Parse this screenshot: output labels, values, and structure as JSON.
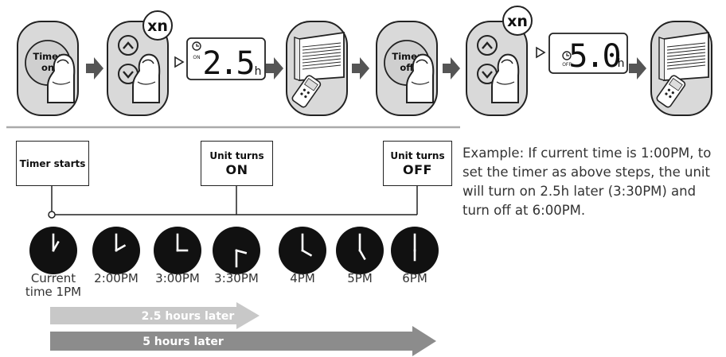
{
  "steps": {
    "timer_on_button": "Timer\non",
    "timer_off_button": "Timer\noff",
    "repeat_badge": "xn",
    "display_on": {
      "value": "2.5",
      "unit": "h",
      "mode": "ON"
    },
    "display_off": {
      "value": "5.0",
      "unit": "h",
      "mode": "OFF"
    }
  },
  "timeline": {
    "box_start": {
      "line1": "Timer starts"
    },
    "box_on": {
      "line1": "Unit turns",
      "line2": "ON"
    },
    "box_off": {
      "line1": "Unit turns",
      "line2": "OFF"
    },
    "clocks": [
      {
        "label": "Current\ntime 1PM",
        "hour": 1,
        "minute": 0
      },
      {
        "label": "2:00PM",
        "hour": 2,
        "minute": 0
      },
      {
        "label": "3:00PM",
        "hour": 3,
        "minute": 0
      },
      {
        "label": "3:30PM",
        "hour": 3,
        "minute": 30
      },
      {
        "label": "4PM",
        "hour": 4,
        "minute": 0
      },
      {
        "label": "5PM",
        "hour": 5,
        "minute": 0
      },
      {
        "label": "6PM",
        "hour": 6,
        "minute": 0
      }
    ],
    "arrow_short": "2.5 hours later",
    "arrow_long": "5 hours later"
  },
  "example_text": "Example: If current time is 1:00PM, to set the timer as above steps, the unit will turn on 2.5h later (3:30PM) and turn off at 6:00PM.",
  "colors": {
    "panel_fill": "#d9d9d9",
    "outline": "#222222",
    "clock_face": "#111111",
    "arrow_light": "#c8c8c8",
    "arrow_dark": "#8c8c8c",
    "step_arrow": "#555555",
    "divider": "#aaaaaa"
  },
  "icons": [
    "finger-press-icon",
    "chevron-up-icon",
    "chevron-down-icon",
    "clock-icon",
    "air-conditioner-icon",
    "remote-control-icon",
    "play-triangle-icon"
  ]
}
